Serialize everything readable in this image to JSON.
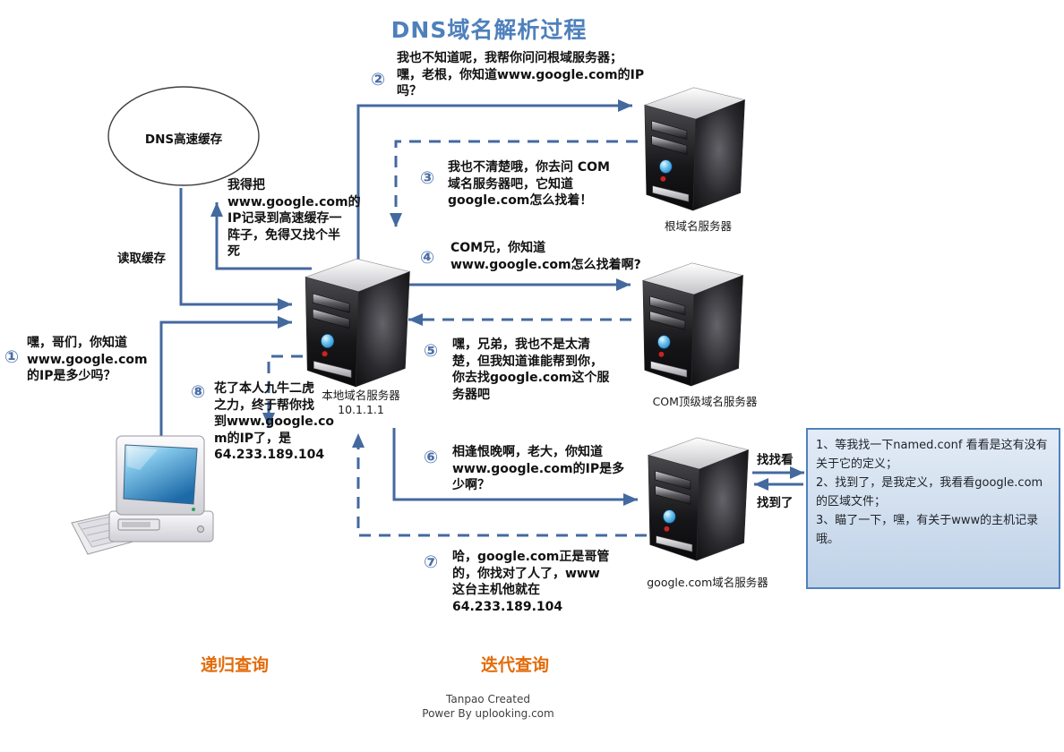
{
  "title": "DNS域名解析过程",
  "colors": {
    "arrow": "#44699f",
    "title_blue": "#4e80bc",
    "marker_blue": "#4a6fa8",
    "orange": "#e36c0a",
    "box_border": "#4f81bd",
    "led_blue": "#1077be",
    "led_red": "#cc2222"
  },
  "cache": {
    "label": "DNS高速缓存",
    "read_label": "读取缓存",
    "write_note": [
      "我得把",
      "www.google.com的",
      "IP记录到高速缓存一",
      "阵子，免得又找个半",
      "死"
    ]
  },
  "messages": [
    {
      "marker": "①",
      "lines": [
        "嘿，哥们，你知道",
        "www.google.com",
        "的IP是多少吗？"
      ]
    },
    {
      "marker": "②",
      "lines": [
        "我也不知道呢，我帮你问问根域服务器；",
        "嘿，老根，你知道www.google.com的IP",
        "吗？"
      ]
    },
    {
      "marker": "③",
      "lines": [
        "我也不清楚哦，你去问 COM",
        "域名服务器吧，它知道",
        "google.com怎么找着！"
      ]
    },
    {
      "marker": "④",
      "lines": [
        "COM兄，你知道",
        "www.google.com怎么找着啊?"
      ]
    },
    {
      "marker": "⑤",
      "lines": [
        "嘿，兄弟，我也不是太清",
        "楚，但我知道谁能帮到你，",
        "你去找google.com这个服",
        "务器吧"
      ]
    },
    {
      "marker": "⑥",
      "lines": [
        "相逢恨晚啊，老大，你知道",
        "www.google.com的IP是多",
        "少啊？"
      ]
    },
    {
      "marker": "⑦",
      "lines": [
        "哈，google.com正是哥管",
        "的，你找对了人了，www",
        "这台主机他就在",
        "64.233.189.104"
      ]
    },
    {
      "marker": "⑧",
      "lines": [
        "花了本人九牛二虎",
        "之力，终于帮你找",
        "到www.google.co",
        "m的IP了，是",
        "64.233.189.104"
      ]
    }
  ],
  "servers": {
    "root": "根域名服务器",
    "com": "COM顶级域名服务器",
    "google": "google.com域名服务器",
    "local": [
      "本地域名服务器",
      "10.1.1.1"
    ]
  },
  "google_box": {
    "lines": [
      "1、等我找一下named.conf 看看是这有没有关于它的定义；",
      "2、找到了，是我定义，我看看google.com的区域文件；",
      "3、瞄了一下，嘿，有关于www的主机记录哦。"
    ]
  },
  "google_exchange": {
    "request": "找找看",
    "response": "找到了"
  },
  "footer": {
    "recursive": "递归查询",
    "iterative": "迭代查询",
    "credit": [
      "Tanpao Created",
      "Power By uplooking.com"
    ]
  }
}
